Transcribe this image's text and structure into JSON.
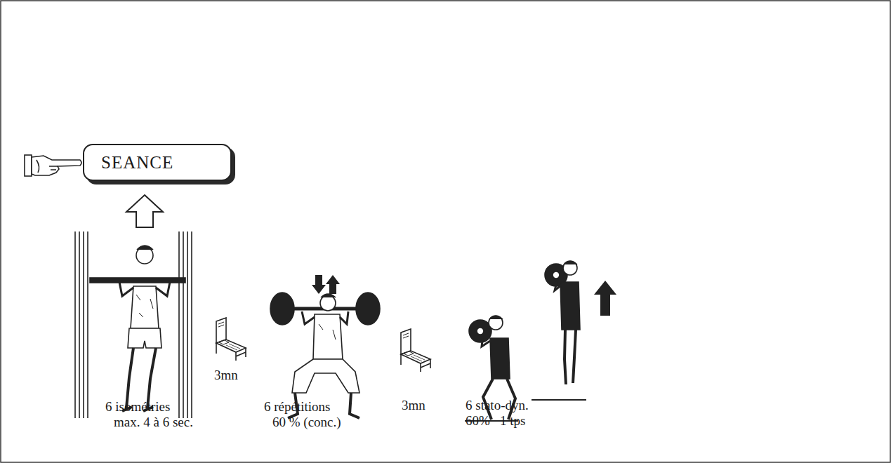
{
  "diagram": {
    "nodes": [
      {
        "text": [
          "SEANCE"
        ]
      }
    ],
    "labels": [
      "6 isométries",
      "max. 4 à 6 sec.",
      "3mn",
      "6 répétitions",
      "60 % (conc.)",
      "3mn",
      "6 stato-dyn.",
      "60%",
      "1 tps"
    ]
  }
}
